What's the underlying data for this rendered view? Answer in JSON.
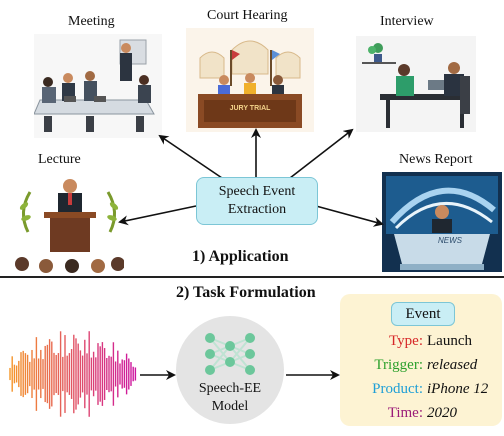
{
  "top": {
    "scenes": {
      "meeting": "Meeting",
      "court": "Court Hearing",
      "court_sign": "JURY TRIAL",
      "interview": "Interview",
      "lecture": "Lecture",
      "news": "News Report",
      "news_desk": "NEWS"
    },
    "center": {
      "line1": "Speech Event",
      "line2": "Extraction"
    },
    "section_title": "1) Application"
  },
  "bottom": {
    "section_title": "2) Task Formulation",
    "model": {
      "line1": "Speech-EE",
      "line2": "Model"
    },
    "event": {
      "title": "Event",
      "rows": [
        {
          "key": "Type:",
          "value": "Launch",
          "color": "#d62728"
        },
        {
          "key": "Trigger:",
          "value": "released",
          "color": "#2ca02c"
        },
        {
          "key": "Product:",
          "value": "iPhone 12",
          "color": "#1f9fd6"
        },
        {
          "key": "Time:",
          "value": "2020",
          "color": "#9b1b78"
        }
      ]
    }
  }
}
